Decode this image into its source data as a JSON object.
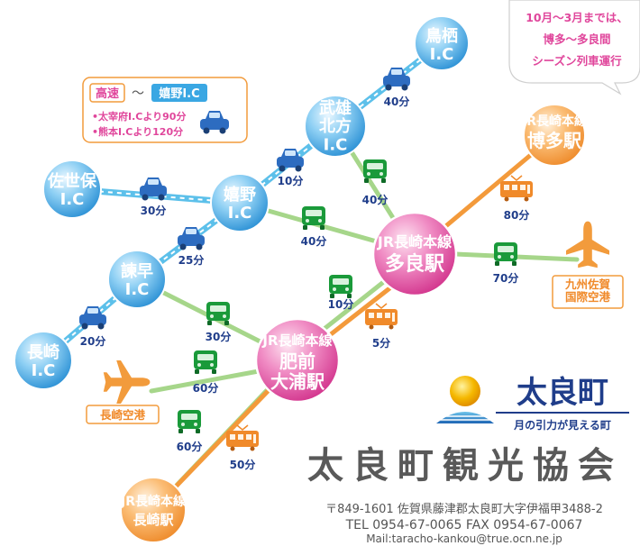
{
  "colors": {
    "highway": "#5cc0ea",
    "local_road": "#a6d68a",
    "rail": "#f39a3b",
    "station_pink": "#e0479c",
    "station_orange": "#f7a84a",
    "ic_blue": "#46a9e0",
    "text_navy": "#1f3d8a",
    "airport_orange": "#f29b3c"
  },
  "ic_nodes": {
    "tosu": "鳥栖\nI.C",
    "takeo": "武雄\n北方\nI.C",
    "ureshino": "嬉野\nI.C",
    "sasebo": "佐世保\nI.C",
    "isahaya": "諫早\nI.C",
    "nagasaki": "長崎\nI.C"
  },
  "stations": {
    "tara": {
      "line": "JR長崎本線",
      "name": "多良駅"
    },
    "hizen": {
      "line": "JR長崎本線",
      "name": "肥前\n大浦駅"
    },
    "hakata": {
      "line": "JR長崎本線",
      "name": "博多駅"
    },
    "nagasaki": {
      "line": "JR長崎本線",
      "name": "長崎駅"
    }
  },
  "airports": {
    "kyushu_saga": "九州佐賀\n国際空港",
    "nagasaki": "長崎空港"
  },
  "times": {
    "tosu_takeo": "40分",
    "takeo_ureshino": "10分",
    "takeo_tara": "40分",
    "sasebo_ureshino": "30分",
    "ureshino_tara": "40分",
    "ureshino_isahaya": "25分",
    "hakata_tara_train": "80分",
    "tara_airport": "70分",
    "tara_hizen_car": "10分",
    "tara_hizen_train": "5分",
    "isahaya_hizen": "30分",
    "isahaya_nagasaki": "20分",
    "nagasaki_airport_hizen": "60分",
    "nagasaki_hizen_car": "60分",
    "nagasaki_hizen_train": "50分"
  },
  "info_box": {
    "highway_label": "高速",
    "tilde": "〜",
    "ic_label": "嬉野I.C",
    "line1": "•太宰府I.Cより90分",
    "line2": "•熊本I.Cより120分"
  },
  "bubble": {
    "line1": "10月〜3月までは、",
    "line2": "博多〜多良間",
    "line3": "シーズン列車運行"
  },
  "logo": {
    "town": "太良町",
    "tagline": "月の引力が見える町"
  },
  "association": {
    "name": "太良町観光協会",
    "address": "〒849-1601 佐賀県藤津郡太良町大字伊福甲3488-2",
    "phone": "TEL 0954-67-0065 FAX 0954-67-0067",
    "mail": "Mail:taracho-kankou@true.ocn.ne.jp"
  }
}
